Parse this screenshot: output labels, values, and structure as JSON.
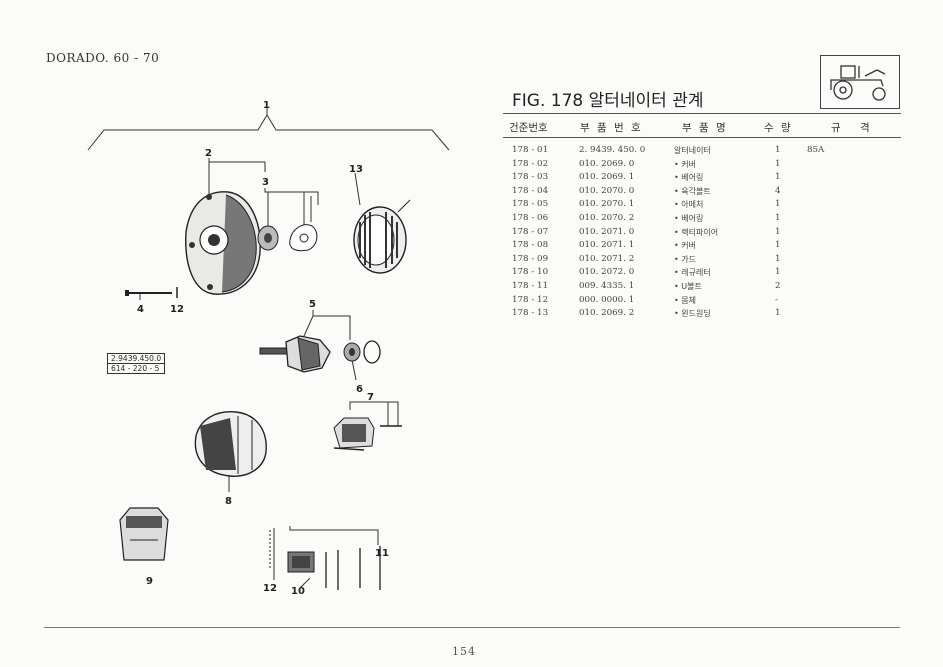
{
  "header": {
    "model": "DORADO. 60 - 70",
    "figure_title": "FIG. 178 알터네이터 관계"
  },
  "parts_table": {
    "columns": [
      "건준번호",
      "부 품 번 호",
      "부 품 명",
      "수 량",
      "규 격"
    ],
    "rows": [
      {
        "ref": "178 - 01",
        "part_no": "2. 9439. 450. 0",
        "name": "알터네이터",
        "qty": "1",
        "spec": "85A"
      },
      {
        "ref": "178 - 02",
        "part_no": "010. 2069. 0",
        "name": "• 커버",
        "qty": "1",
        "spec": ""
      },
      {
        "ref": "178 - 03",
        "part_no": "010. 2069. 1",
        "name": "• 베어링",
        "qty": "1",
        "spec": ""
      },
      {
        "ref": "178 - 04",
        "part_no": "010. 2070. 0",
        "name": "• 육각볼트",
        "qty": "4",
        "spec": ""
      },
      {
        "ref": "178 - 05",
        "part_no": "010. 2070. 1",
        "name": "• 아메처",
        "qty": "1",
        "spec": ""
      },
      {
        "ref": "178 - 06",
        "part_no": "010. 2070. 2",
        "name": "• 베어링",
        "qty": "1",
        "spec": ""
      },
      {
        "ref": "178 - 07",
        "part_no": "010. 2071. 0",
        "name": "• 렉티파이어",
        "qty": "1",
        "spec": ""
      },
      {
        "ref": "178 - 08",
        "part_no": "010. 2071. 1",
        "name": "• 커버",
        "qty": "1",
        "spec": ""
      },
      {
        "ref": "178 - 09",
        "part_no": "010. 2071. 2",
        "name": "• 가드",
        "qty": "1",
        "spec": ""
      },
      {
        "ref": "178 - 10",
        "part_no": "010. 2072. 0",
        "name": "• 레규레터",
        "qty": "1",
        "spec": ""
      },
      {
        "ref": "178 - 11",
        "part_no": "009. 4335. 1",
        "name": "• U볼트",
        "qty": "2",
        "spec": ""
      },
      {
        "ref": "178 - 12",
        "part_no": "000. 0000. 1",
        "name": "• 몸체",
        "qty": "-",
        "spec": ""
      },
      {
        "ref": "178 - 13",
        "part_no": "010. 2069. 2",
        "name": "• 윈드원딩",
        "qty": "1",
        "spec": ""
      }
    ]
  },
  "diagram": {
    "callouts": [
      "1",
      "2",
      "3",
      "13",
      "4",
      "12",
      "5",
      "6",
      "7",
      "8",
      "9",
      "11",
      "12",
      "10"
    ],
    "stamp": [
      "2.9439.450.0",
      "614 - 220 - 5"
    ]
  },
  "footer": {
    "page_number": "154"
  }
}
